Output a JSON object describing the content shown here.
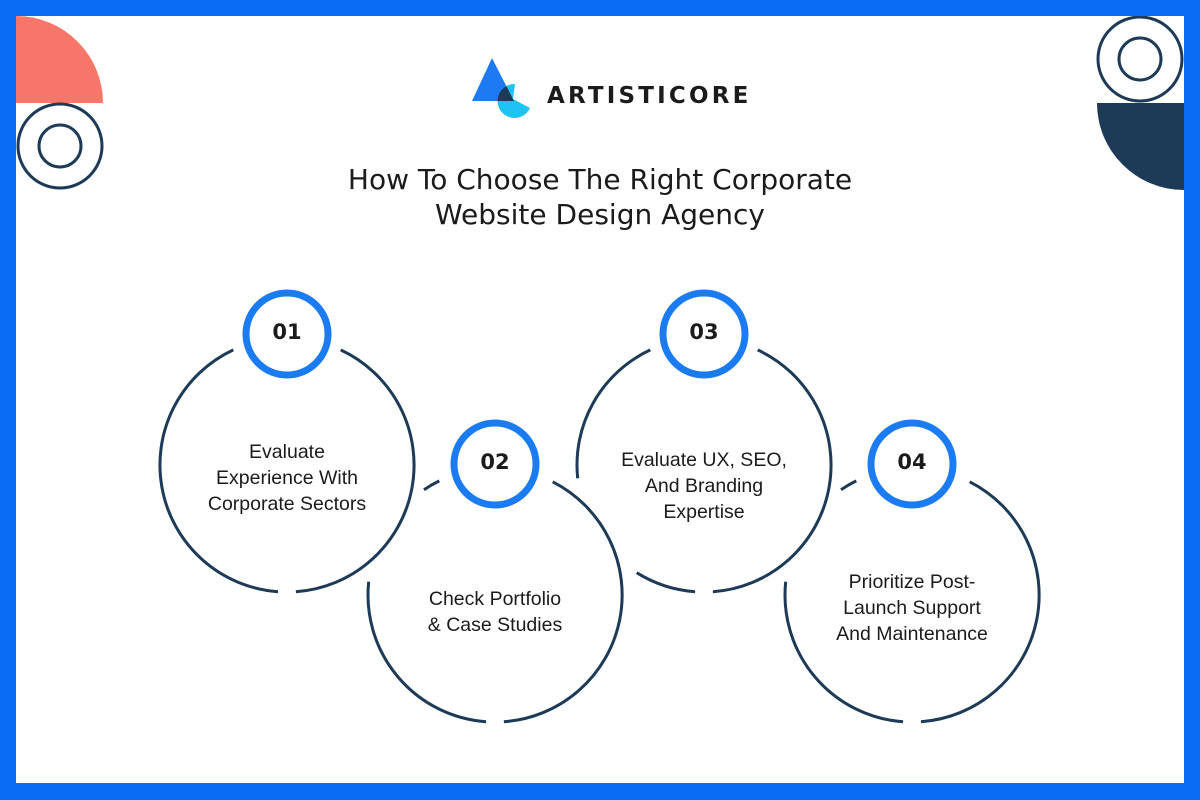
{
  "brand": {
    "name": "ARTISTICORE",
    "colors": {
      "primary_blue": "#0a6cf5",
      "cyan": "#1ec3f3",
      "navy": "#1d3a57",
      "coral": "#f87669"
    }
  },
  "title": {
    "line1": "How To Choose The Right Corporate",
    "line2": "Website Design Agency"
  },
  "steps": [
    {
      "number": "01",
      "lines": [
        "Evaluate",
        "Experience With",
        "Corporate Sectors"
      ]
    },
    {
      "number": "02",
      "lines": [
        "Check Portfolio",
        "& Case Studies"
      ]
    },
    {
      "number": "03",
      "lines": [
        "Evaluate UX, SEO,",
        "And Branding",
        "Expertise"
      ]
    },
    {
      "number": "04",
      "lines": [
        "Prioritize Post-",
        "Launch Support",
        "And Maintenance"
      ]
    }
  ]
}
